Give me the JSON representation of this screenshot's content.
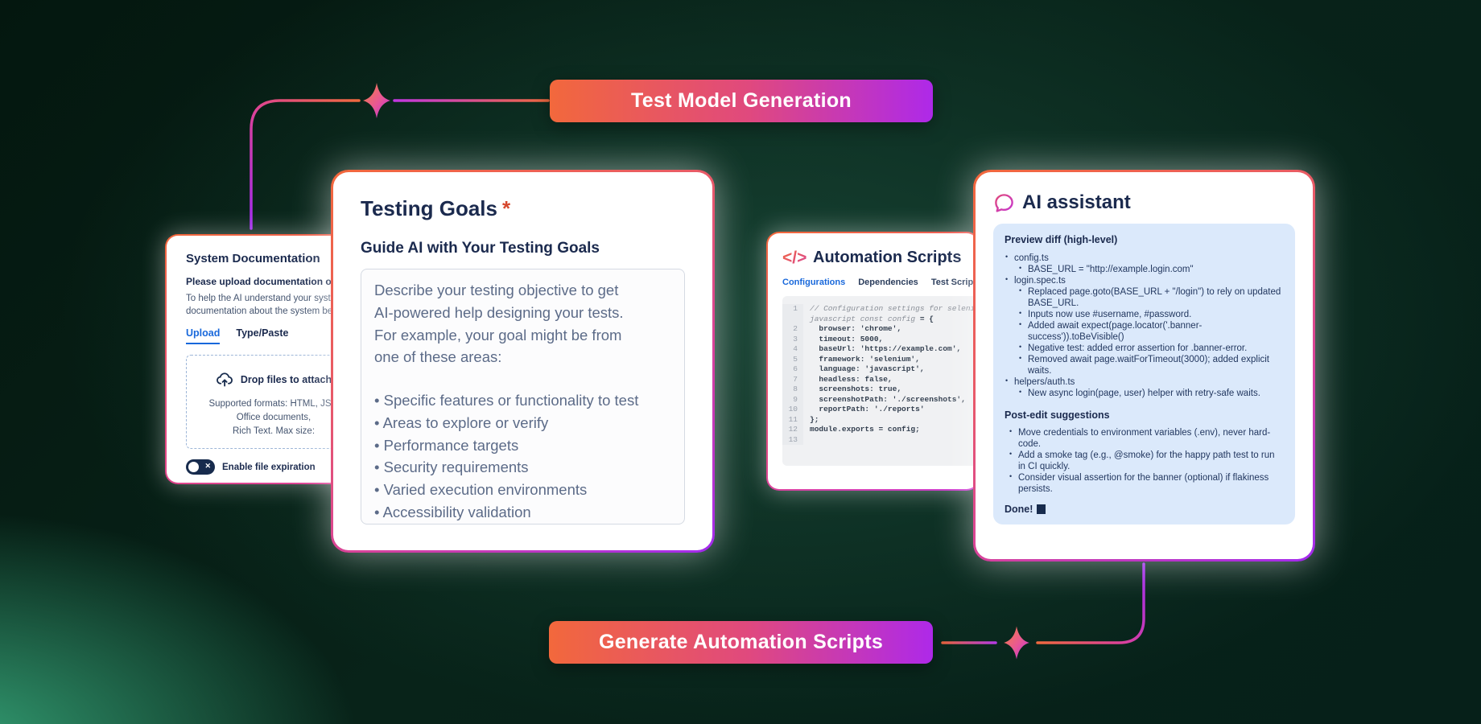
{
  "banners": {
    "top": "Test Model Generation",
    "bottom": "Generate Automation Scripts"
  },
  "colors": {
    "accent_blue": "#1868DB",
    "navy": "#172B4D",
    "gradient_orange": "#F2683C",
    "gradient_magenta": "#E1468C",
    "gradient_purple": "#AE29E9",
    "background_green_dark": "#062019",
    "background_green_glow": "#36A679",
    "panel_blue": "#DBE9FB"
  },
  "icons": {
    "sparkle": "sparkle-icon",
    "code": "code-icon",
    "chat": "chat-bubble-icon",
    "cloud": "cloud-upload-icon"
  },
  "system_doc_card": {
    "title": "System Documentation",
    "subtitle": "Please upload documentation or (typ",
    "body_lines": [
      "To help the AI understand your system",
      "documentation about the system bein"
    ],
    "tabs": [
      {
        "label": "Upload",
        "active": true
      },
      {
        "label": "Type/Paste",
        "active": false
      }
    ],
    "dropzone": {
      "title": "Drop files to attach",
      "formats": [
        "Supported formats: HTML, JSO",
        "Office documents,",
        "Rich Text. Max size:"
      ]
    },
    "toggle_label": "Enable file expiration"
  },
  "goals_card": {
    "title": "Testing Goals",
    "required_mark": "*",
    "subtitle": "Guide AI with Your Testing Goals",
    "placeholder_lines": [
      "Describe your testing objective to get",
      "AI-powered help designing your tests.",
      "For example, your goal might be from",
      "one of these areas:"
    ],
    "placeholder_bullets": [
      "Specific features or functionality to test",
      "Areas to explore or verify",
      "Performance targets",
      "Security requirements",
      "Varied execution environments",
      "Accessibility validation"
    ]
  },
  "scripts_card": {
    "title": "Automation Scripts",
    "icon_glyph": "</>",
    "tabs": [
      {
        "label": "Configurations",
        "active": true
      },
      {
        "label": "Dependencies",
        "active": false
      },
      {
        "label": "Test Scripts",
        "active": false
      }
    ],
    "code_rows": [
      {
        "n": "1",
        "seg": [
          {
            "t": "// Configuration settings for selenium w",
            "c": "cmt"
          }
        ]
      },
      {
        "n": "",
        "seg": [
          {
            "t": "javascript const config ",
            "c": "cmt"
          },
          {
            "t": "= {",
            "c": "code"
          }
        ]
      },
      {
        "n": "2",
        "seg": [
          {
            "t": "  browser: 'chrome',",
            "c": "code"
          }
        ]
      },
      {
        "n": "3",
        "seg": [
          {
            "t": "  timeout: 5000,",
            "c": "code"
          }
        ]
      },
      {
        "n": "4",
        "seg": [
          {
            "t": "  baseUrl: 'https://example.com',",
            "c": "code"
          }
        ]
      },
      {
        "n": "5",
        "seg": [
          {
            "t": "  framework: 'selenium',",
            "c": "code"
          }
        ]
      },
      {
        "n": "6",
        "seg": [
          {
            "t": "  language: 'javascript',",
            "c": "code"
          }
        ]
      },
      {
        "n": "7",
        "seg": [
          {
            "t": "  headless: false,",
            "c": "code"
          }
        ]
      },
      {
        "n": "8",
        "seg": [
          {
            "t": "  screenshots: true,",
            "c": "code"
          }
        ]
      },
      {
        "n": "9",
        "seg": [
          {
            "t": "  screenshotPath: './screenshots',",
            "c": "code"
          }
        ]
      },
      {
        "n": "10",
        "seg": [
          {
            "t": "  reportPath: './reports'",
            "c": "code"
          }
        ]
      },
      {
        "n": "11",
        "seg": [
          {
            "t": "};",
            "c": "code"
          }
        ]
      },
      {
        "n": "12",
        "seg": [
          {
            "t": "module.exports = config;",
            "c": "code"
          }
        ]
      },
      {
        "n": "13",
        "seg": []
      }
    ]
  },
  "ai_card": {
    "title": "AI assistant",
    "panel": {
      "diff_title": "Preview diff (high-level)",
      "diff_items": [
        {
          "file": "config.ts",
          "changes": [
            "BASE_URL = \"http://example.login.com\""
          ]
        },
        {
          "file": "login.spec.ts",
          "changes": [
            "Replaced page.goto(BASE_URL + \"/login\") to rely on updated BASE_URL.",
            "Inputs now use #username, #password.",
            "Added await expect(page.locator('.banner-success')).toBeVisible()",
            "Negative test: added error assertion for .banner-error.",
            "Removed await page.waitForTimeout(3000); added explicit waits."
          ]
        },
        {
          "file": "helpers/auth.ts",
          "changes": [
            "New async login(page, user) helper with retry-safe waits."
          ]
        }
      ],
      "suggestions_title": "Post-edit suggestions",
      "suggestions": [
        "Move credentials to environment variables (.env), never hard-code.",
        "Add a smoke tag (e.g., @smoke) for the happy path test to run in CI quickly.",
        "Consider visual assertion for the banner (optional) if flakiness persists."
      ],
      "done_label": "Done!"
    }
  }
}
